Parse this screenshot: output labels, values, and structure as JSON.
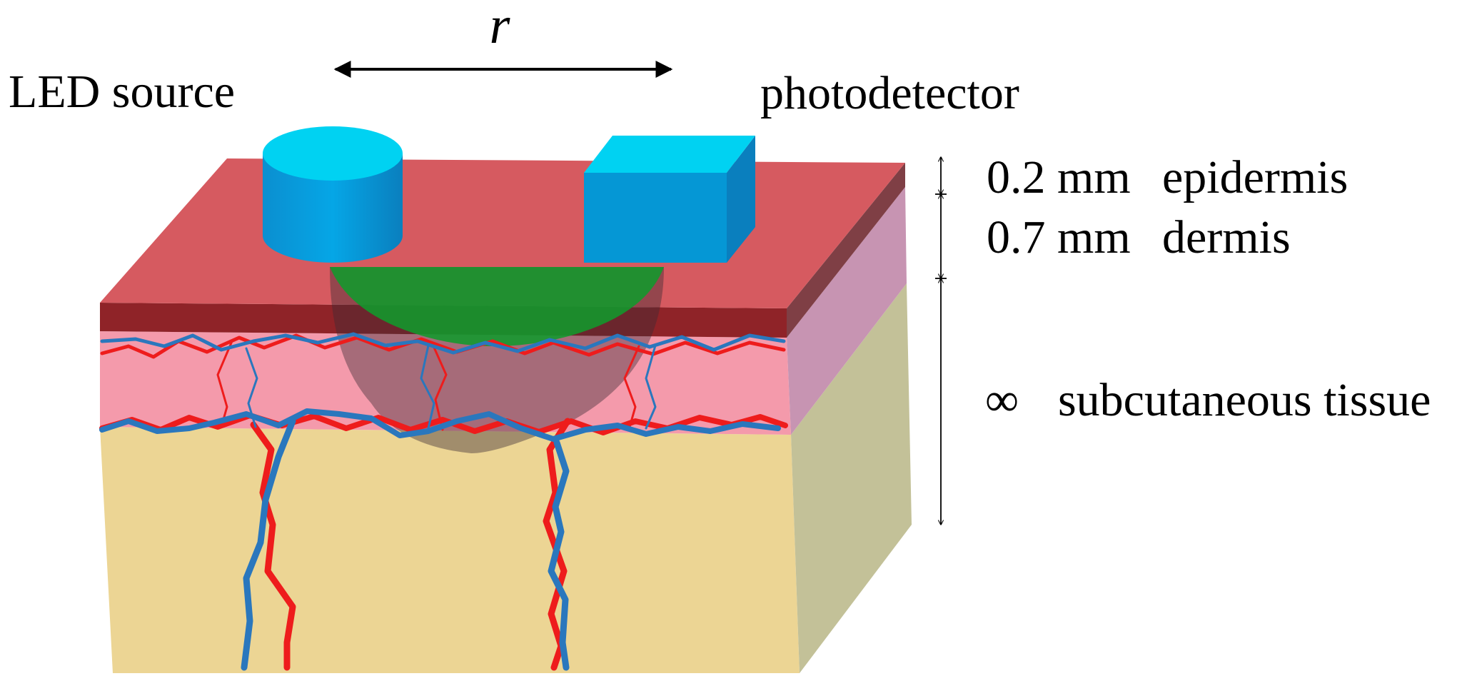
{
  "labels": {
    "distance": "r",
    "source": "LED source",
    "detector": "photodetector",
    "epidermis_thickness": "0.2 mm",
    "epidermis": "epidermis",
    "dermis_thickness": "0.7 mm",
    "dermis": "dermis",
    "subcutaneous_thickness": "∞",
    "subcutaneous": "subcutaneous tissue"
  },
  "colors": {
    "epidermis_top": "#d65a60",
    "epidermis_front": "#8f2328",
    "epidermis_side": "#7f3f45",
    "dermis_front": "#f49aab",
    "dermis_side": "#c794b2",
    "subcutaneous_front": "#ecd594",
    "subcutaneous_side": "#c3c198",
    "artery": "#ee1c1c",
    "vein": "#2a77bd",
    "devices": "#0597d5",
    "devices_top": "#00d2f2",
    "light_path": "#119a2c"
  }
}
